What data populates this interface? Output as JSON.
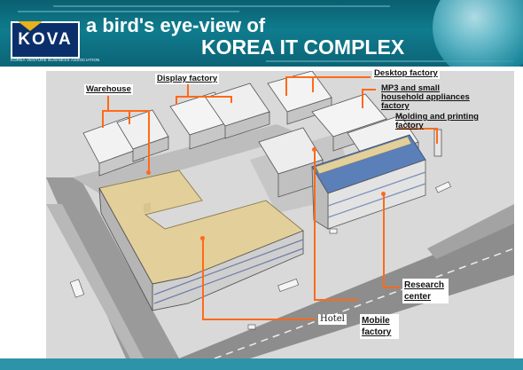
{
  "header": {
    "logo_text": "KOVA",
    "logo_subtitle": "KOREA VENTURE BUSINESS ASSOCIATION",
    "title_line1": "a bird's eye-view of",
    "title_line2": "KOREA IT COMPLEX"
  },
  "labels": {
    "warehouse": "Warehouse",
    "display_factory": "Display factory",
    "desktop_factory": "Desktop factory",
    "mp3_factory": "MP3 and small household appliances factory",
    "molding_factory": "Molding and printing factory",
    "hotel": "Hotel",
    "mobile_factory": "Mobile factory",
    "research_center": "Research center"
  },
  "colors": {
    "header_bg": "#0f7c8e",
    "leader_line": "#ff6a1a",
    "logo_bg": "#0a2f6b",
    "logo_chevron": "#e7b21a",
    "roof_tan": "#e2cf9a",
    "roof_blue": "#5b7fb8"
  }
}
